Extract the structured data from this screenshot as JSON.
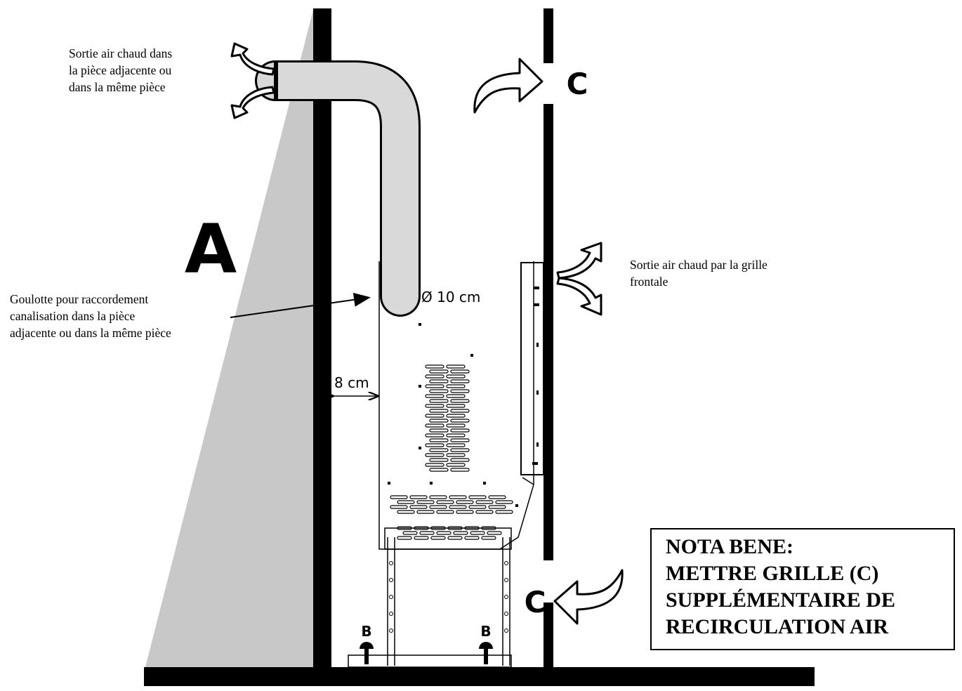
{
  "labels": {
    "wall_letter": "A",
    "grille_top": "C",
    "grille_bottom": "C",
    "foot_left": "B",
    "foot_right": "B",
    "diameter": "Ø 10 cm",
    "clearance": "8 cm"
  },
  "annotations": {
    "top_outlet": [
      "Sortie air chaud dans",
      "la pièce adjacente ou",
      "dans la même pièce"
    ],
    "front_outlet": [
      "Sortie air chaud  par la grille",
      "frontale"
    ],
    "duct": [
      "Goulotte pour raccordement",
      "canalisation dans la pièce",
      "adjacente ou dans la même pièce"
    ]
  },
  "nota": {
    "title": "NOTA BENE:",
    "lines": [
      "METTRE GRILLE (C)",
      "SUPPLÉMENTAIRE  DE",
      "RECIRCULATION AIR"
    ]
  },
  "colors": {
    "line": "#000000",
    "wall_shade": "#c8c8c8",
    "duct_fill": "#d9d9d9",
    "background": "#ffffff"
  }
}
